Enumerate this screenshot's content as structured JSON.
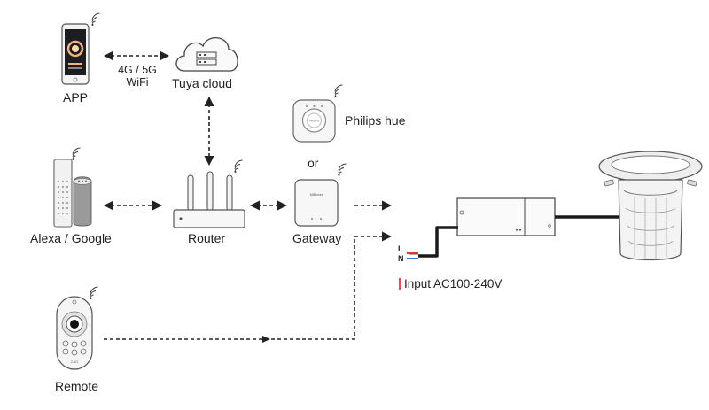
{
  "labels": {
    "app": "APP",
    "link_app_cloud_line1": "4G / 5G",
    "link_app_cloud_line2": "WiFi",
    "tuya_cloud": "Tuya  cloud",
    "philips_hue": "Philips hue",
    "or": "or",
    "alexa_google": "Alexa / Google",
    "router": "Router",
    "gateway": "Gateway",
    "remote": "Remote",
    "input": "Input AC100-240V",
    "terminal_l": "L",
    "terminal_n": "N"
  },
  "device_marks": {
    "hub_brand": "PHILIPS",
    "gateway_brand": "MiBoxer",
    "remote_brand": "2.4G"
  },
  "icons": [
    "smartphone-icon",
    "cloud-server-icon",
    "philips-hue-hub-icon",
    "smart-speaker-icon",
    "router-icon",
    "gateway-icon",
    "remote-control-icon",
    "led-driver-icon",
    "downlight-icon",
    "wifi-signal-icon"
  ],
  "colors": {
    "line": "#222222",
    "cable": "#1a1a1a",
    "terminal_red": "#e0363f",
    "terminal_blue": "#2f7fd0",
    "terminal_brown": "#8a5a2b"
  }
}
